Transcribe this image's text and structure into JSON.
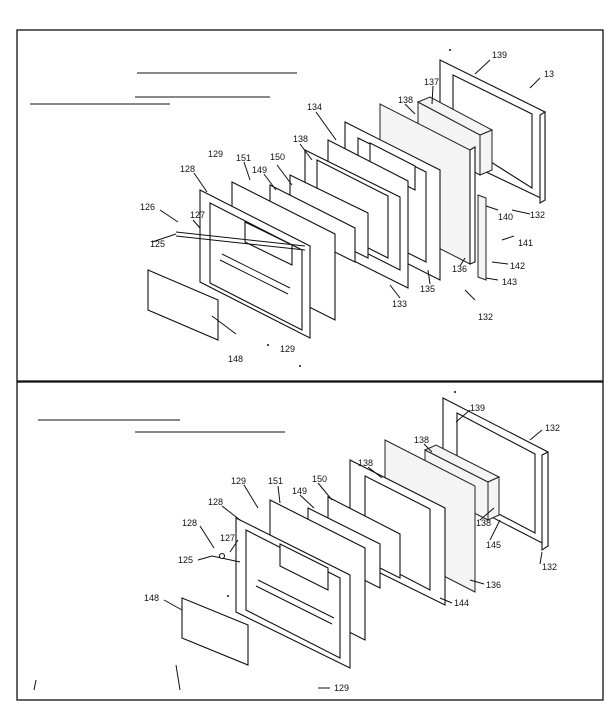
{
  "top": {
    "labels": [
      {
        "id": "139",
        "text": "139"
      },
      {
        "id": "13",
        "text": "13"
      },
      {
        "id": "137",
        "text": "137"
      },
      {
        "id": "138a",
        "text": "138"
      },
      {
        "id": "134",
        "text": "134"
      },
      {
        "id": "138b",
        "text": "138"
      },
      {
        "id": "129a",
        "text": "129"
      },
      {
        "id": "151",
        "text": "151"
      },
      {
        "id": "150",
        "text": "150"
      },
      {
        "id": "128",
        "text": "128"
      },
      {
        "id": "149",
        "text": "149"
      },
      {
        "id": "126",
        "text": "126"
      },
      {
        "id": "127",
        "text": "127"
      },
      {
        "id": "125",
        "text": "125"
      },
      {
        "id": "140",
        "text": "140"
      },
      {
        "id": "132a",
        "text": "132"
      },
      {
        "id": "141",
        "text": "141"
      },
      {
        "id": "136",
        "text": "136"
      },
      {
        "id": "142",
        "text": "142"
      },
      {
        "id": "143",
        "text": "143"
      },
      {
        "id": "135",
        "text": "135"
      },
      {
        "id": "133",
        "text": "133"
      },
      {
        "id": "132b",
        "text": "132"
      },
      {
        "id": "148",
        "text": "148"
      },
      {
        "id": "129b",
        "text": "129"
      }
    ]
  },
  "bottom": {
    "labels": [
      {
        "id": "139",
        "text": "139"
      },
      {
        "id": "132a",
        "text": "132"
      },
      {
        "id": "138a",
        "text": "138"
      },
      {
        "id": "138b",
        "text": "138"
      },
      {
        "id": "129",
        "text": "129"
      },
      {
        "id": "151",
        "text": "151"
      },
      {
        "id": "150",
        "text": "150"
      },
      {
        "id": "128a",
        "text": "128"
      },
      {
        "id": "149",
        "text": "149"
      },
      {
        "id": "138c",
        "text": "138"
      },
      {
        "id": "145",
        "text": "145"
      },
      {
        "id": "128b",
        "text": "128"
      },
      {
        "id": "127",
        "text": "127"
      },
      {
        "id": "125",
        "text": "125"
      },
      {
        "id": "136",
        "text": "136"
      },
      {
        "id": "132b",
        "text": "132"
      },
      {
        "id": "148",
        "text": "148"
      },
      {
        "id": "144",
        "text": "144"
      },
      {
        "id": "129b",
        "text": "129"
      }
    ]
  }
}
